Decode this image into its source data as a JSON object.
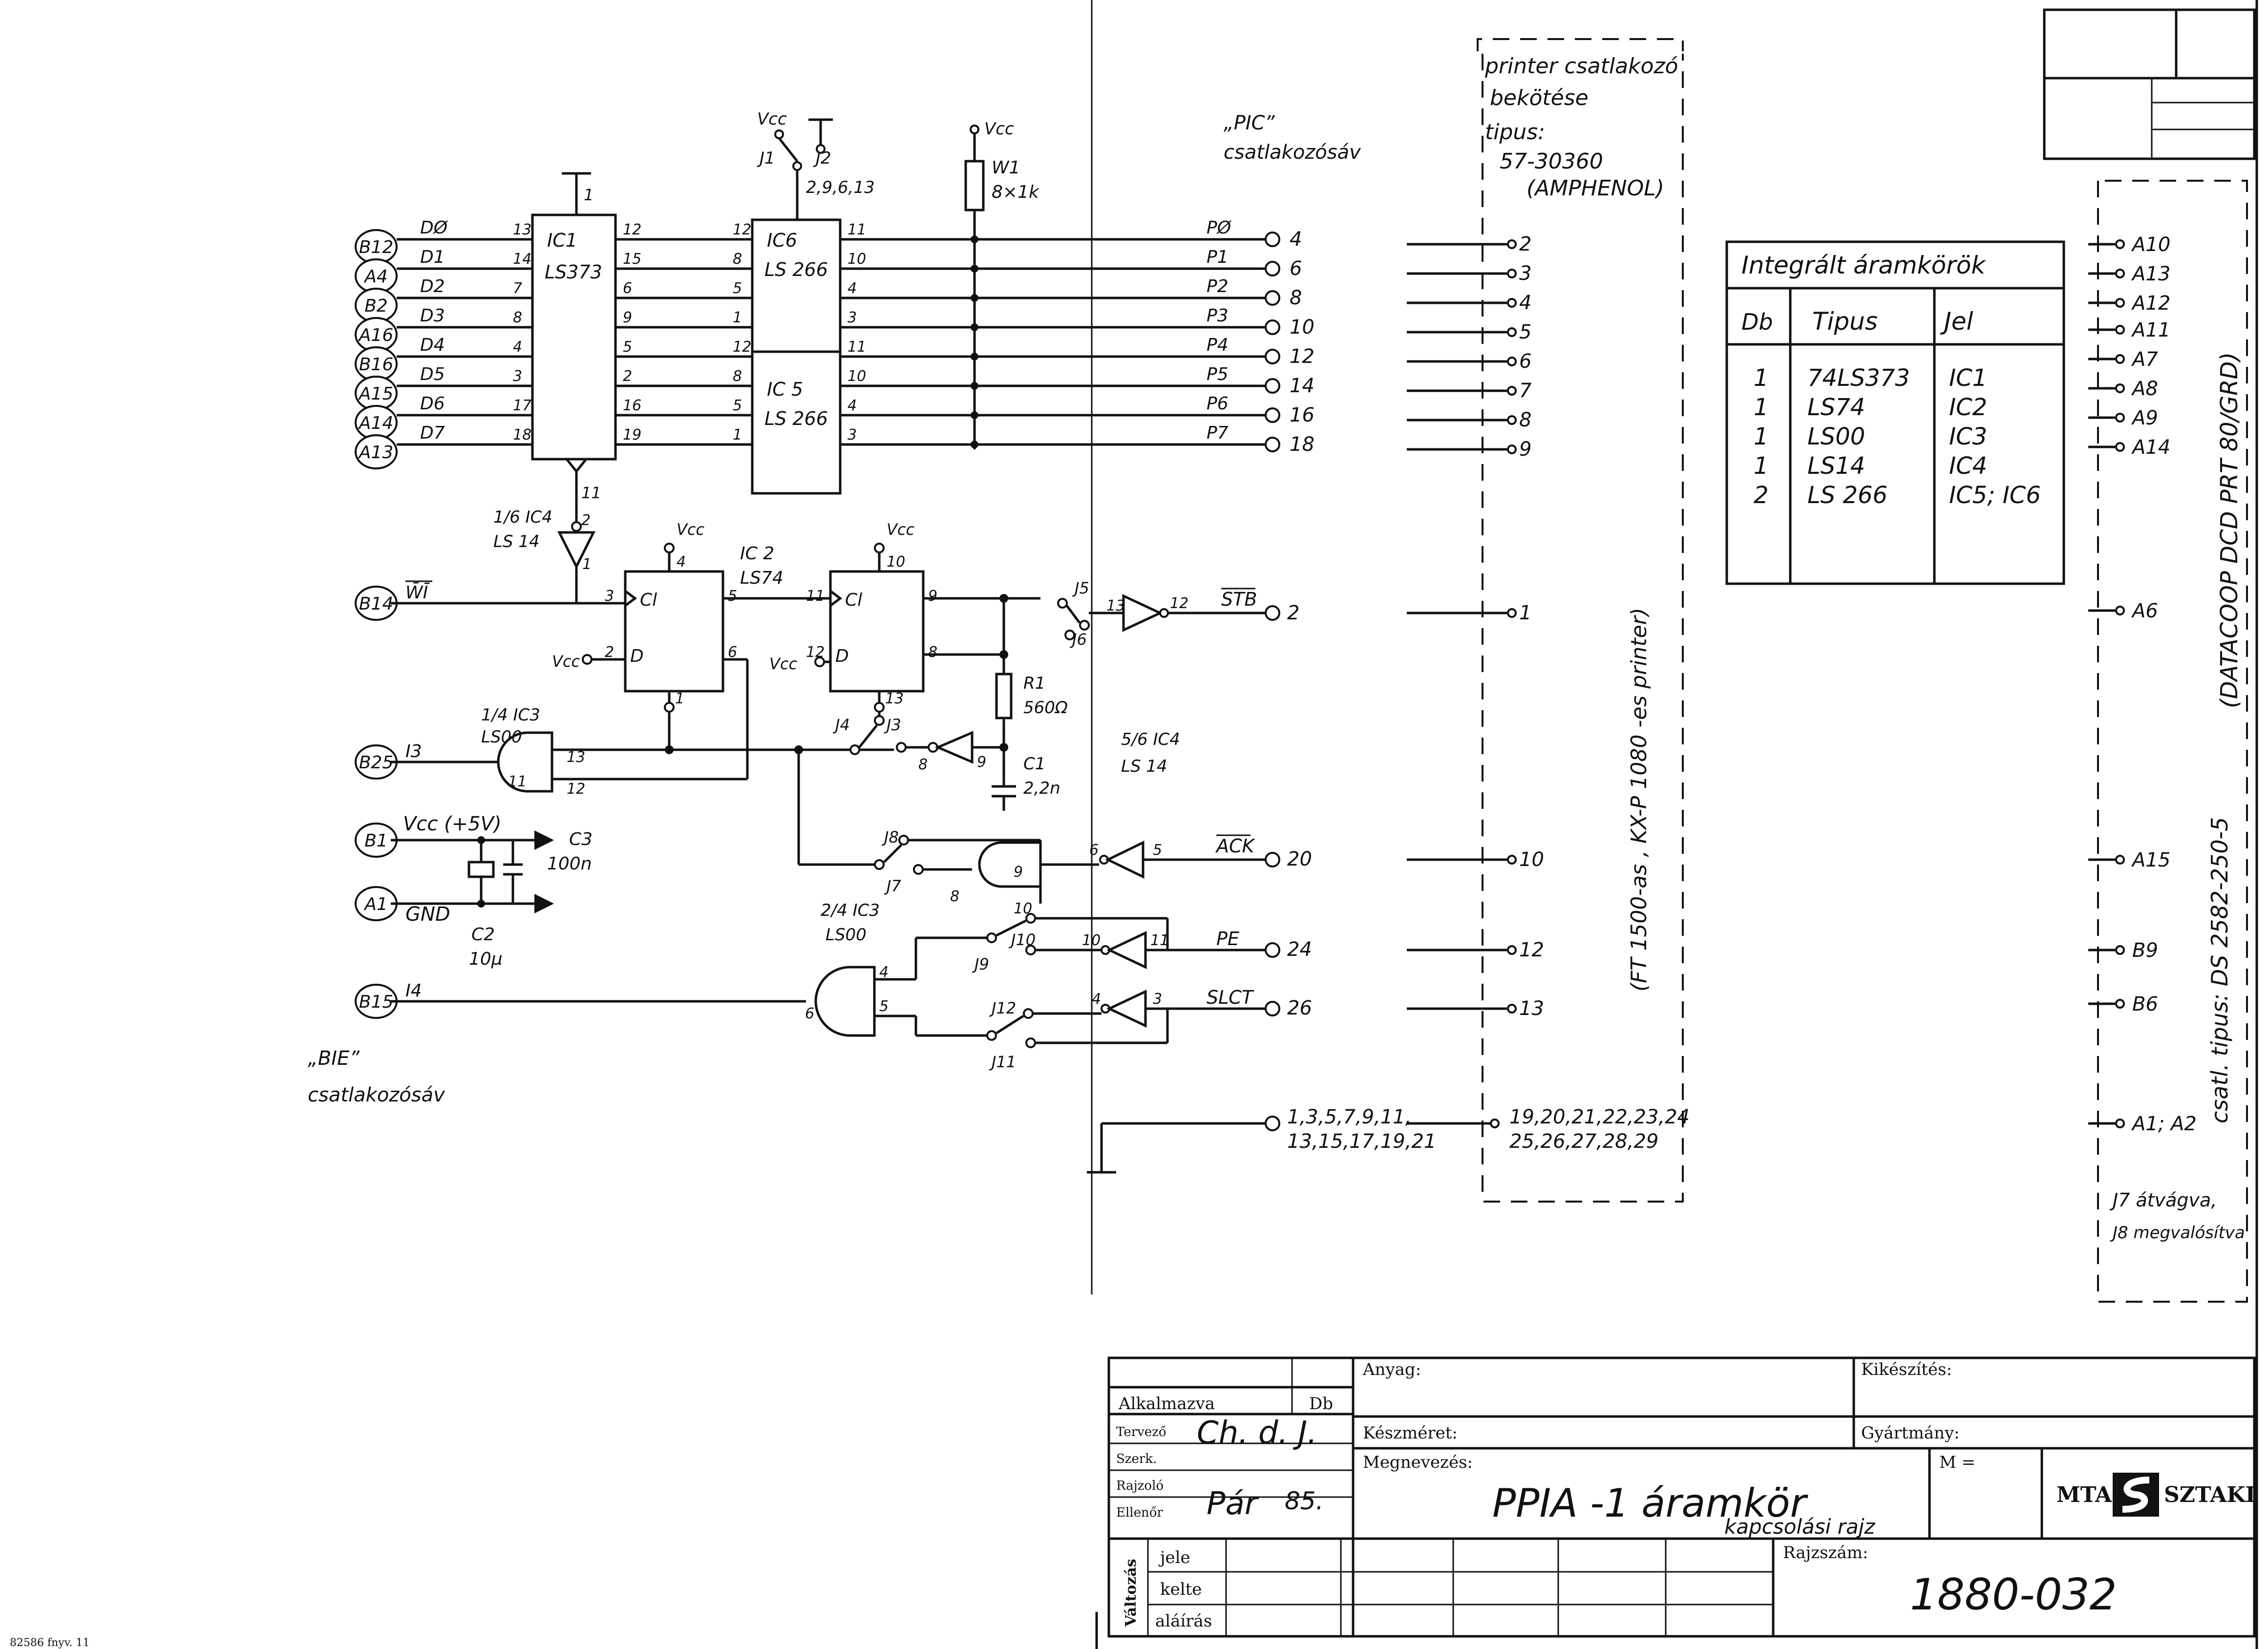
{
  "left_connector": {
    "title": "„BIE”",
    "subtitle": "csatlakozósáv",
    "pins": [
      "B12",
      "A4",
      "B2",
      "A16",
      "B16",
      "A15",
      "A14",
      "A13",
      "B14",
      "B25",
      "B1",
      "A1",
      "B15"
    ]
  },
  "data_bus_labels": [
    "DØ",
    "D1",
    "D2",
    "D3",
    "D4",
    "D5",
    "D6",
    "D7"
  ],
  "ic1": {
    "name": "IC1",
    "type": "LS373",
    "pins_in": [
      "13",
      "14",
      "7",
      "8",
      "4",
      "3",
      "17",
      "18"
    ],
    "pins_out": [
      "12",
      "15",
      "6",
      "9",
      "5",
      "2",
      "16",
      "19"
    ],
    "top_pin": "1",
    "bottom_pin": "11"
  },
  "ic6": {
    "name": "IC6",
    "type": "LS 266",
    "pins_in": [
      "12",
      "8",
      "5",
      "1"
    ],
    "pins_out": [
      "11",
      "10",
      "4",
      "3"
    ]
  },
  "ic5": {
    "name": "IC 5",
    "type": "LS 266",
    "pins_in": [
      "12",
      "8",
      "5",
      "1"
    ],
    "pins_out": [
      "11",
      "10",
      "4",
      "3"
    ]
  },
  "jumper_top": {
    "vcc": "Vcc",
    "j1": "J1",
    "j2": "J2",
    "pins": "2,9,6,13"
  },
  "w1": {
    "vcc": "Vcc",
    "name": "W1",
    "value": "8×1k"
  },
  "pic_connector": {
    "title": "„PIC”",
    "subtitle": "csatlakozósáv"
  },
  "p_outputs": [
    {
      "label": "PØ",
      "pin": "4"
    },
    {
      "label": "P1",
      "pin": "6"
    },
    {
      "label": "P2",
      "pin": "8"
    },
    {
      "label": "P3",
      "pin": "10"
    },
    {
      "label": "P4",
      "pin": "12"
    },
    {
      "label": "P5",
      "pin": "14"
    },
    {
      "label": "P6",
      "pin": "16"
    },
    {
      "label": "P7",
      "pin": "18"
    }
  ],
  "printer": {
    "title_lines": [
      "printer csatlakozó",
      "bekötése",
      "tipus:",
      "57-30360",
      "(AMPHENOL)"
    ],
    "pins": [
      "2",
      "3",
      "4",
      "5",
      "6",
      "7",
      "8",
      "9",
      "1",
      "10",
      "12",
      "13"
    ],
    "gnd_pins_1": "19,20,21,22,23,24",
    "gnd_pins_2": "25,26,27,28,29",
    "vertical_note": "(FT 1500-as , KX-P 1080 -es printer)"
  },
  "ic4a": {
    "name": "1/6 IC4",
    "type": "LS 14",
    "pin_top": "2",
    "pin_bottom": "1"
  },
  "ic2": {
    "name": "IC 2",
    "type": "LS74",
    "vcc": "Vcc",
    "pins": {
      "vcc1": "4",
      "clk1": "3",
      "d1": "2",
      "q1": "5",
      "qn1": "6",
      "bot1": "1",
      "vcc2": "10",
      "clk2": "11",
      "d2": "12",
      "q2": "9",
      "qn2": "8",
      "bot2": "13"
    },
    "cl": "Cl",
    "d": "D"
  },
  "wr_label": "W̄Ī",
  "ic3a": {
    "name": "1/4 IC3",
    "type": "LS00",
    "in1": "13",
    "in2": "12",
    "out": "11",
    "input_label": "I3"
  },
  "ic3b": {
    "name": "2/4 IC3",
    "type": "LS00",
    "in1": "4",
    "in2": "5",
    "out": "6",
    "input_label": "I4"
  },
  "power": {
    "vcc": "Vcc (+5V)",
    "gnd": "GND",
    "c2": "C2",
    "c2_val": "10μ",
    "c3": "C3",
    "c3_val": "100n"
  },
  "r1": {
    "name": "R1",
    "value": "560Ω"
  },
  "c1": {
    "name": "C1",
    "value": "2,2n"
  },
  "ic4_note": {
    "name": "5/6 IC4",
    "type": "LS 14"
  },
  "jumpers": [
    "J3",
    "J4",
    "J5",
    "J6",
    "J7",
    "J8",
    "J9",
    "J10",
    "J11",
    "J12"
  ],
  "gate_pins": {
    "stb_in": "13",
    "stb_out": "12",
    "inv98_in": "9",
    "inv98_out": "8",
    "nand9": "9",
    "nand8": "8",
    "nand10": "10",
    "ack_in": "5",
    "ack_out": "6",
    "pe_in": "11",
    "pe_out": "10",
    "slct_in": "3",
    "slct_out": "4"
  },
  "signals": [
    {
      "label": "STB",
      "pin": "2",
      "printer_pin": "1"
    },
    {
      "label": "ACK",
      "pin": "20",
      "printer_pin": "10"
    },
    {
      "label": "PE",
      "pin": "24",
      "printer_pin": "12"
    },
    {
      "label": "SLCT",
      "pin": "26",
      "printer_pin": "13"
    }
  ],
  "ground_pins": "1,3,5,7,9,11,",
  "ground_pins2": "13,15,17,19,21",
  "ic_table": {
    "title": "Integrált áramkörök",
    "headers": [
      "Db",
      "Tipus",
      "Jel"
    ],
    "rows": [
      [
        "1",
        "74LS373",
        "IC1"
      ],
      [
        "1",
        "LS74",
        "IC2"
      ],
      [
        "1",
        "LS00",
        "IC3"
      ],
      [
        "1",
        "LS14",
        "IC4"
      ],
      [
        "2",
        "LS 266",
        "IC5; IC6"
      ]
    ]
  },
  "right_connector": {
    "pins": [
      "A10",
      "A13",
      "A12",
      "A11",
      "A7",
      "A8",
      "A9",
      "A14",
      "A6",
      "A15",
      "B9",
      "B6",
      "A1; A2"
    ],
    "vertical_note": "(DATACOOP DCD PRT 80/GRD)",
    "type_note": "csatl. tipus: DS 2582-250-5",
    "footnote_1": "J7 átvágva,",
    "footnote_2": "J8 megvalósítva"
  },
  "title_block": {
    "alkalmazva": "Alkalmazva",
    "db": "Db",
    "tervezo": "Tervező",
    "szerk": "Szerk.",
    "rajzolo": "Rajzoló",
    "ellenor": "Ellenőr",
    "anyag": "Anyag:",
    "keszmeret": "Készméret:",
    "megnevezes": "Megnevezés:",
    "kikeszites": "Kikészítés:",
    "gyartmany": "Gyártmány:",
    "m": "M =",
    "title": "PPIA -1 áramkör",
    "subtitle": "kapcsolási rajz",
    "org_left": "MTA",
    "org_right": "SZTAKI",
    "valtozas": "Változás",
    "jele": "jele",
    "kelte": "kelte",
    "alairas": "aláírás",
    "rajzszam_label": "Rajzszám:",
    "rajzszam": "1880-032",
    "date": "85.",
    "sign1": "Ch. d. J.",
    "sign2": "Pár"
  },
  "footer": "82586 fnyv. 11"
}
